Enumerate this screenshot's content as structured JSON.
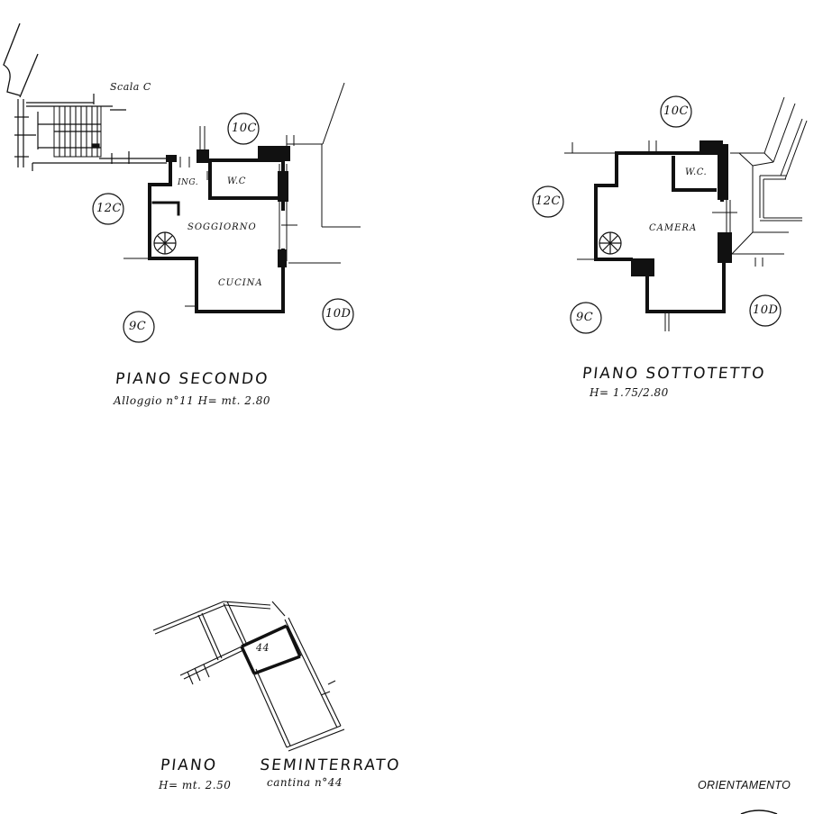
{
  "drawing": {
    "type": "architectural floor plan",
    "plans": [
      {
        "id": "piano-secondo",
        "title": "PIANO SECONDO",
        "subtitle": "Alloggio n°11  H= mt. 2.80",
        "staircase_label": "Scala C",
        "rooms": [
          "ING.",
          "W.C",
          "SOGGIORNO",
          "CUCINA"
        ],
        "neighbor_markers": [
          "10C",
          "12C",
          "9C",
          "10D"
        ]
      },
      {
        "id": "piano-sottotetto",
        "title": "PIANO SOTTOTETTO",
        "subtitle": "H= 1.75/2.80",
        "rooms": [
          "W.C.",
          "CAMERA"
        ],
        "neighbor_markers": [
          "10C",
          "12C",
          "9C",
          "10D"
        ]
      },
      {
        "id": "piano-seminterrato",
        "title": "PIANO SEMINTERRATO",
        "subtitle_left": "H= mt. 2.50",
        "subtitle_right": "cantina n°44",
        "rooms": [
          "44"
        ]
      }
    ],
    "orientation_label": "ORIENTAMENTO"
  },
  "colors": {
    "ink": "#111111",
    "paper": "#ffffff"
  }
}
